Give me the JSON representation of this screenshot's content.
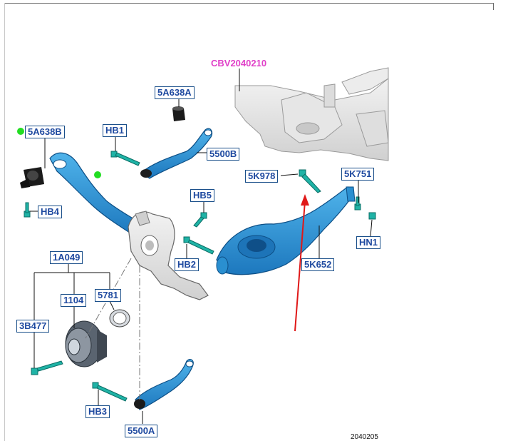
{
  "subframe_code": "CBV2040210",
  "figure_number": "2040205",
  "callouts": {
    "c_5A638A": "5A638A",
    "c_5A638B": "5A638B",
    "c_HB1": "HB1",
    "c_5500B": "5500B",
    "c_HB4": "HB4",
    "c_HB5": "HB5",
    "c_5K978": "5K978",
    "c_5K751": "5K751",
    "c_HN1": "HN1",
    "c_HB2": "HB2",
    "c_5K652": "5K652",
    "c_1A049": "1A049",
    "c_1104": "1104",
    "c_5781": "5781",
    "c_3B477": "3B477",
    "c_HB3": "HB3",
    "c_5500A": "5500A"
  },
  "colors": {
    "part_blue": "#2a8fd0",
    "part_dark": "#0d4f86",
    "bolt_teal": "#1fb3a6",
    "callout_text": "#1f4aa0",
    "highlight_dot": "#22dd22",
    "arrow_red": "#e01818",
    "subframe_grey": "#d9d9d9"
  }
}
